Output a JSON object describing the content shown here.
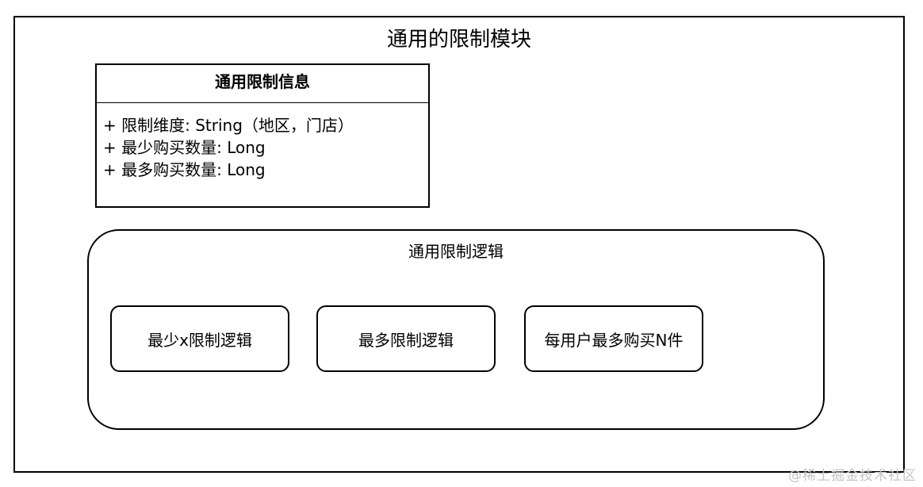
{
  "module": {
    "title": "通用的限制模块"
  },
  "info_class": {
    "name": "通用限制信息",
    "attributes": [
      "+ 限制维度: String（地区，门店）",
      "+ 最少购买数量: Long",
      "+ 最多购买数量: Long"
    ]
  },
  "logic_group": {
    "title": "通用限制逻辑",
    "items": [
      "最少x限制逻辑",
      "最多限制逻辑",
      "每用户最多购买N件"
    ]
  },
  "watermark": "@稀土掘金技术社区"
}
